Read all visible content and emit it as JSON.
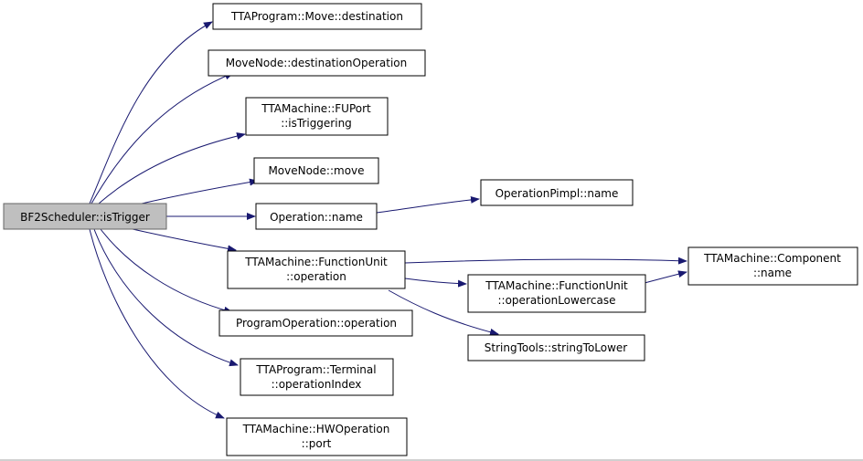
{
  "diagram": {
    "nodes": [
      {
        "id": "root",
        "lines": [
          "BF2Scheduler::isTrigger"
        ]
      },
      {
        "id": "n1",
        "lines": [
          "TTAProgram::Move::destination"
        ]
      },
      {
        "id": "n2",
        "lines": [
          "MoveNode::destinationOperation"
        ]
      },
      {
        "id": "n3",
        "lines": [
          "TTAMachine::FUPort",
          "::isTriggering"
        ]
      },
      {
        "id": "n4",
        "lines": [
          "MoveNode::move"
        ]
      },
      {
        "id": "n5",
        "lines": [
          "Operation::name"
        ]
      },
      {
        "id": "n6",
        "lines": [
          "OperationPimpl::name"
        ]
      },
      {
        "id": "n7",
        "lines": [
          "TTAMachine::FunctionUnit",
          "::operation"
        ]
      },
      {
        "id": "n8",
        "lines": [
          "TTAMachine::Component",
          "::name"
        ]
      },
      {
        "id": "n9",
        "lines": [
          "TTAMachine::FunctionUnit",
          "::operationLowercase"
        ]
      },
      {
        "id": "n10",
        "lines": [
          "StringTools::stringToLower"
        ]
      },
      {
        "id": "n11",
        "lines": [
          "ProgramOperation::operation"
        ]
      },
      {
        "id": "n12",
        "lines": [
          "TTAProgram::Terminal",
          "::operationIndex"
        ]
      },
      {
        "id": "n13",
        "lines": [
          "TTAMachine::HWOperation",
          "::port"
        ]
      }
    ],
    "edges": [
      {
        "from": "root",
        "to": "n1"
      },
      {
        "from": "root",
        "to": "n2"
      },
      {
        "from": "root",
        "to": "n3"
      },
      {
        "from": "root",
        "to": "n4"
      },
      {
        "from": "root",
        "to": "n5"
      },
      {
        "from": "root",
        "to": "n7"
      },
      {
        "from": "root",
        "to": "n11"
      },
      {
        "from": "root",
        "to": "n12"
      },
      {
        "from": "root",
        "to": "n13"
      },
      {
        "from": "n5",
        "to": "n6"
      },
      {
        "from": "n7",
        "to": "n8"
      },
      {
        "from": "n7",
        "to": "n9"
      },
      {
        "from": "n7",
        "to": "n10"
      },
      {
        "from": "n9",
        "to": "n8"
      }
    ],
    "colors": {
      "edge": "#191970",
      "root_fill": "#bfbfbf",
      "node_fill": "#ffffff"
    }
  }
}
